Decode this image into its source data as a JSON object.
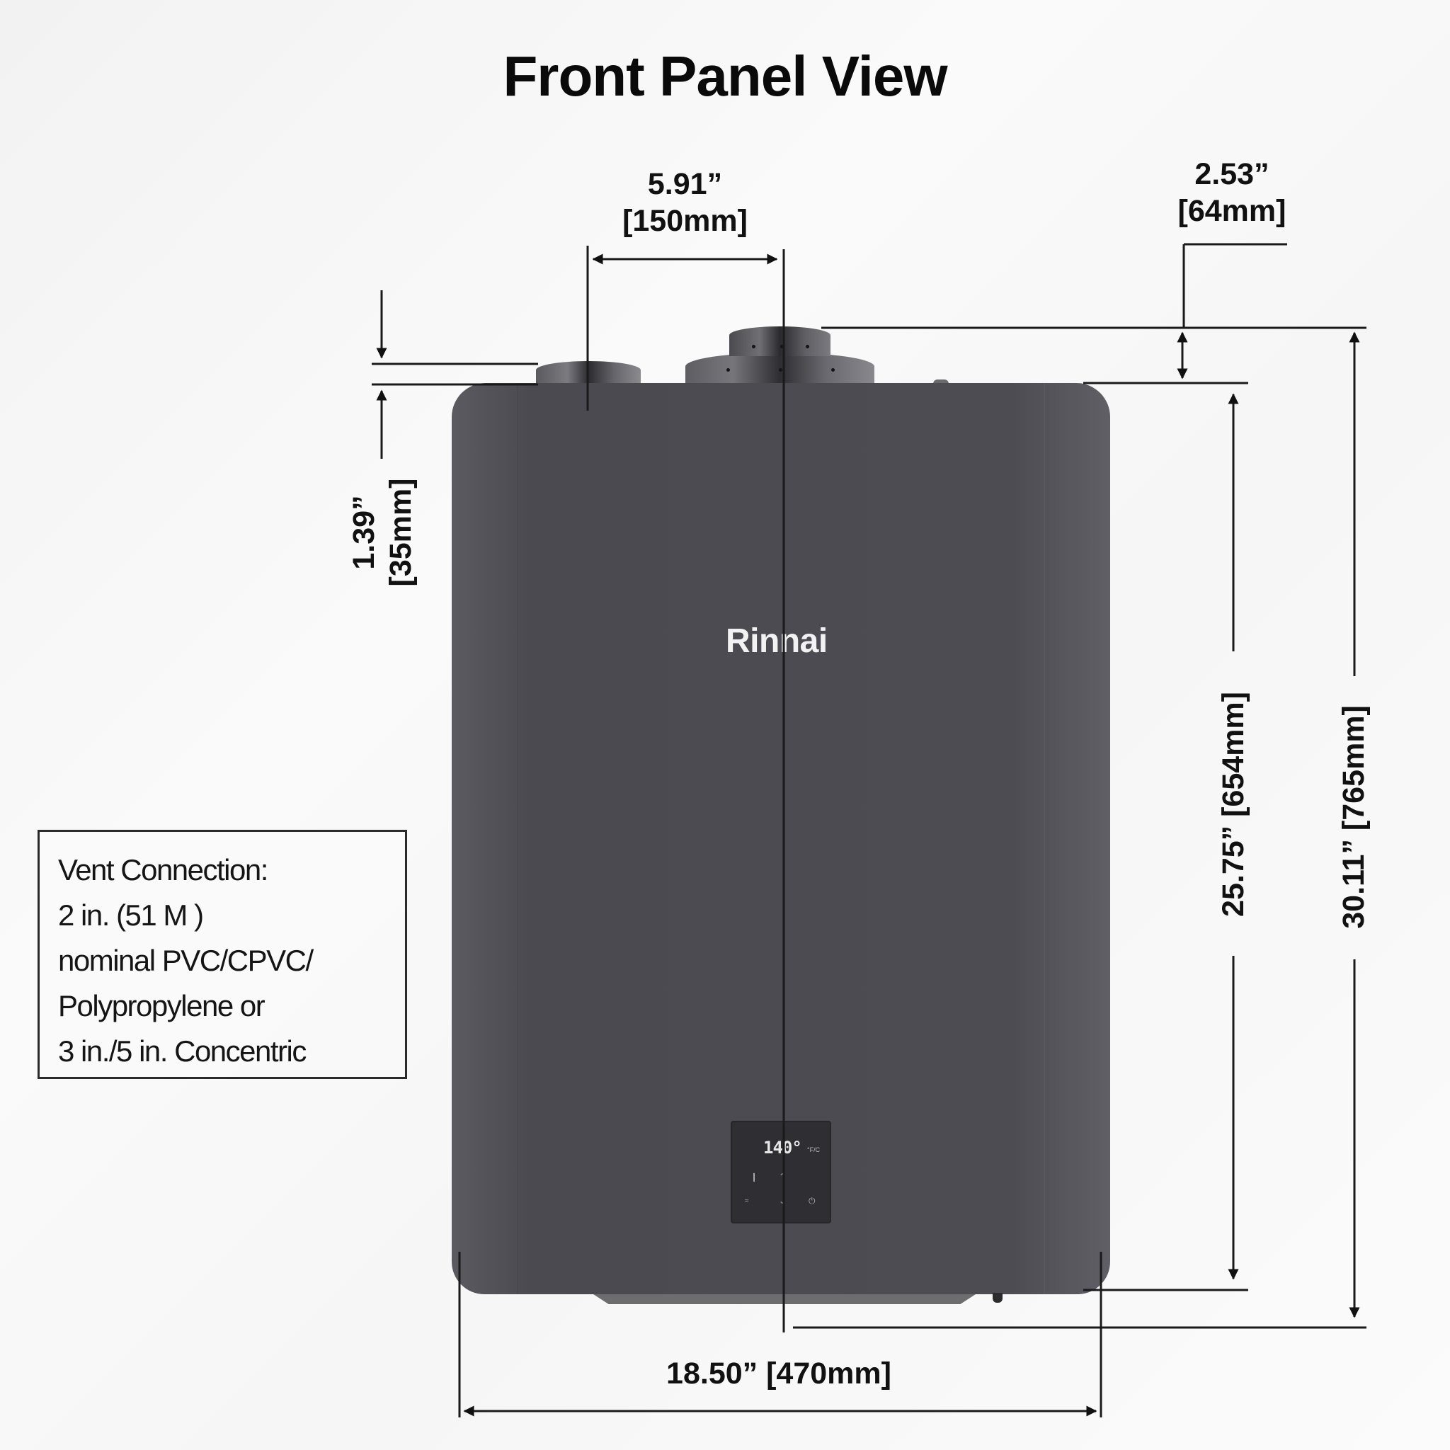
{
  "title": "Front Panel View",
  "product": {
    "brand_logo": "Rinnai",
    "body_color": "#4b4b51",
    "control_panel": {
      "temperature_display": "140°",
      "temperature_unit": "°F/C",
      "icons": [
        "bath-icon",
        "up-arrow-icon",
        "shower-icon",
        "down-arrow-icon",
        "power-icon"
      ]
    }
  },
  "dimensions": {
    "pipe_spacing": {
      "inches": "5.91”",
      "mm": "[150mm]"
    },
    "exhaust_height": {
      "inches": "2.53”",
      "mm": "[64mm]"
    },
    "intake_height": {
      "label": "1.39”",
      "mm": "[35mm]"
    },
    "body_height": {
      "label": "25.75” [654mm]"
    },
    "total_height": {
      "label": "30.11” [765mm]"
    },
    "width": {
      "label": "18.50” [470mm]"
    }
  },
  "vent_connection": {
    "lines": [
      "Vent Connection:",
      "2 in. (51 M )",
      "nominal PVC/CPVC/",
      "Polypropylene or",
      "3 in./5 in. Concentric"
    ]
  }
}
